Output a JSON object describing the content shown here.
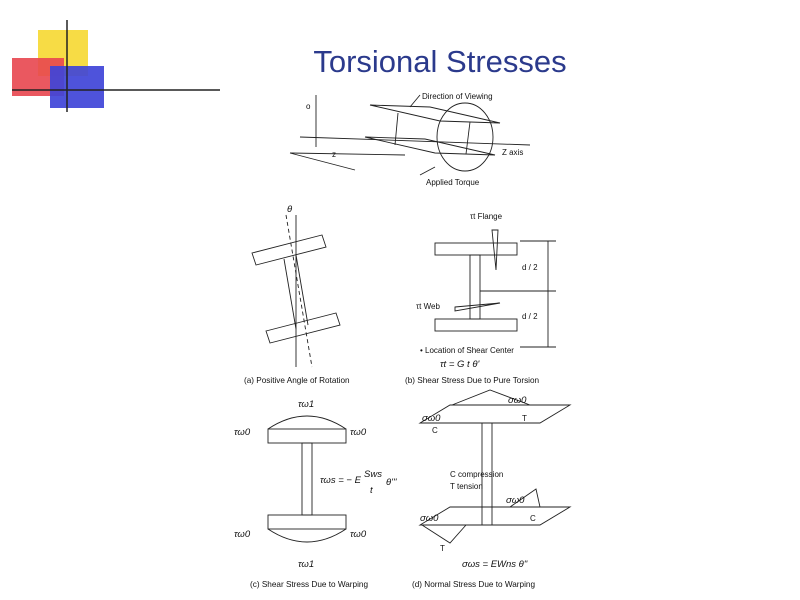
{
  "slide": {
    "title": "Torsional Stresses"
  },
  "top_figure": {
    "direction_label": "Direction of Viewing",
    "z_axis_label": "Z axis",
    "torque_label": "Applied Torque",
    "origin_label": "o",
    "z_label": "z"
  },
  "panel_a": {
    "theta": "θ",
    "caption": "(a) Positive Angle of Rotation"
  },
  "panel_b": {
    "flange_label": "τt Flange",
    "web_label": "τt Web",
    "d_half_top": "d / 2",
    "d_half_bottom": "d / 2",
    "shear_center_note": "• Location of Shear Center",
    "formula": "τt = G t θ'",
    "caption": "(b) Shear Stress Due to Pure Torsion"
  },
  "panel_c": {
    "tau_w1_top": "τω1",
    "tau_w0_tl": "τω0",
    "tau_w0_tr": "τω0",
    "formula_lhs": "τωs = − E",
    "formula_num": "Sws",
    "formula_den": "t",
    "formula_rhs": "θ'''",
    "tau_w0_bl": "τω0",
    "tau_w0_br": "τω0",
    "tau_w1_bottom": "τω1",
    "caption": "(c) Shear Stress Due to Warping"
  },
  "panel_d": {
    "sigma_top_right": "σω0",
    "sigma_top_left": "σω0",
    "c_top": "C",
    "t_top": "T",
    "legend_c": "C compression",
    "legend_t": "T tension",
    "sigma_bottom_right": "σω0",
    "sigma_bottom_left": "σω0",
    "c_bottom": "C",
    "t_bottom": "T",
    "formula": "σωs = EWns θ\"",
    "caption": "(d) Normal Stress Due to Warping"
  },
  "colors": {
    "title": "#2b3a8c",
    "logo_yellow": "#f7dc45",
    "logo_red": "#e8464f",
    "logo_blue": "#3f44d8",
    "line": "#222222"
  }
}
